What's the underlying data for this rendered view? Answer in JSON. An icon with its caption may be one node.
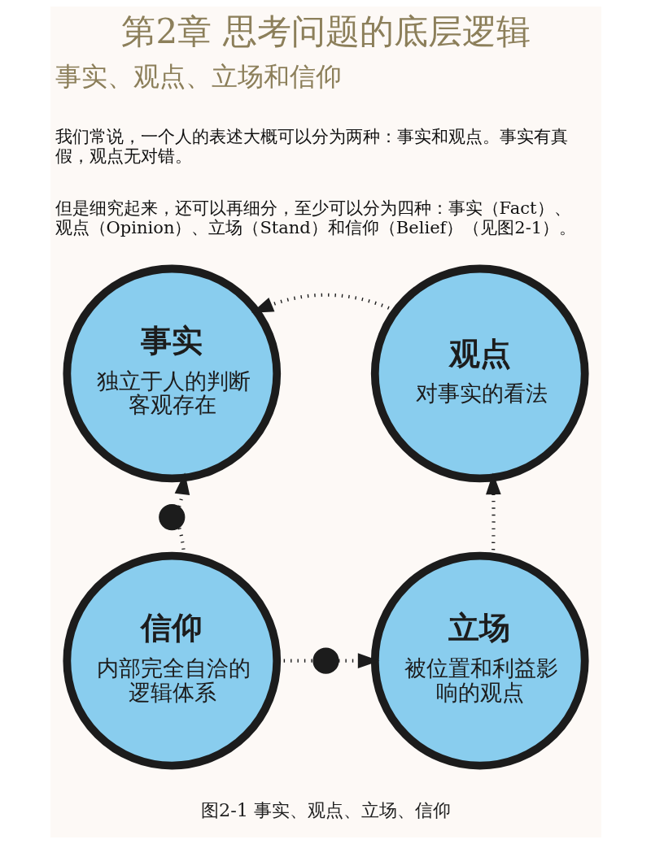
{
  "diagram": {
    "title": "第2章 思考问题的底层逻辑",
    "caption": "图2-1 事实、观点、立场、信仰",
    "nodes": [
      {
        "text": [
          "事实",
          "独立于人的判断客观存在"
        ]
      },
      {
        "text": [
          "观点",
          "对事实的看法"
        ]
      },
      {
        "text": [
          "信仰",
          "内部完全自洽的逻辑体系"
        ]
      },
      {
        "text": [
          "立场",
          "被位置和利益影响的观点"
        ]
      },
      {
        "text": [],
        "shape": "circle"
      },
      {
        "text": [],
        "shape": "circle"
      }
    ],
    "edges": [
      {
        "from": 1,
        "to": 0,
        "arrow": "to"
      },
      {
        "from": 3,
        "to": 1,
        "arrow": "to"
      },
      {
        "from": 2,
        "to": 4,
        "arrow": "none"
      },
      {
        "from": 4,
        "to": 0,
        "arrow": "to"
      },
      {
        "from": 2,
        "to": 5,
        "arrow": "none"
      },
      {
        "from": 5,
        "to": 3,
        "arrow": "to"
      }
    ],
    "labels": [
      "事实、观点、立场和信仰",
      "我们常说，一个人的表述大概可以分为两种：事实和观点。事实有真假，观点无对错。",
      "但是细究起来，还可以再细分，至少可以分为四种：事实（Fact）、观点（Opinion）、立场（Stand）和信仰（Belief）（见图2-1）。"
    ]
  }
}
